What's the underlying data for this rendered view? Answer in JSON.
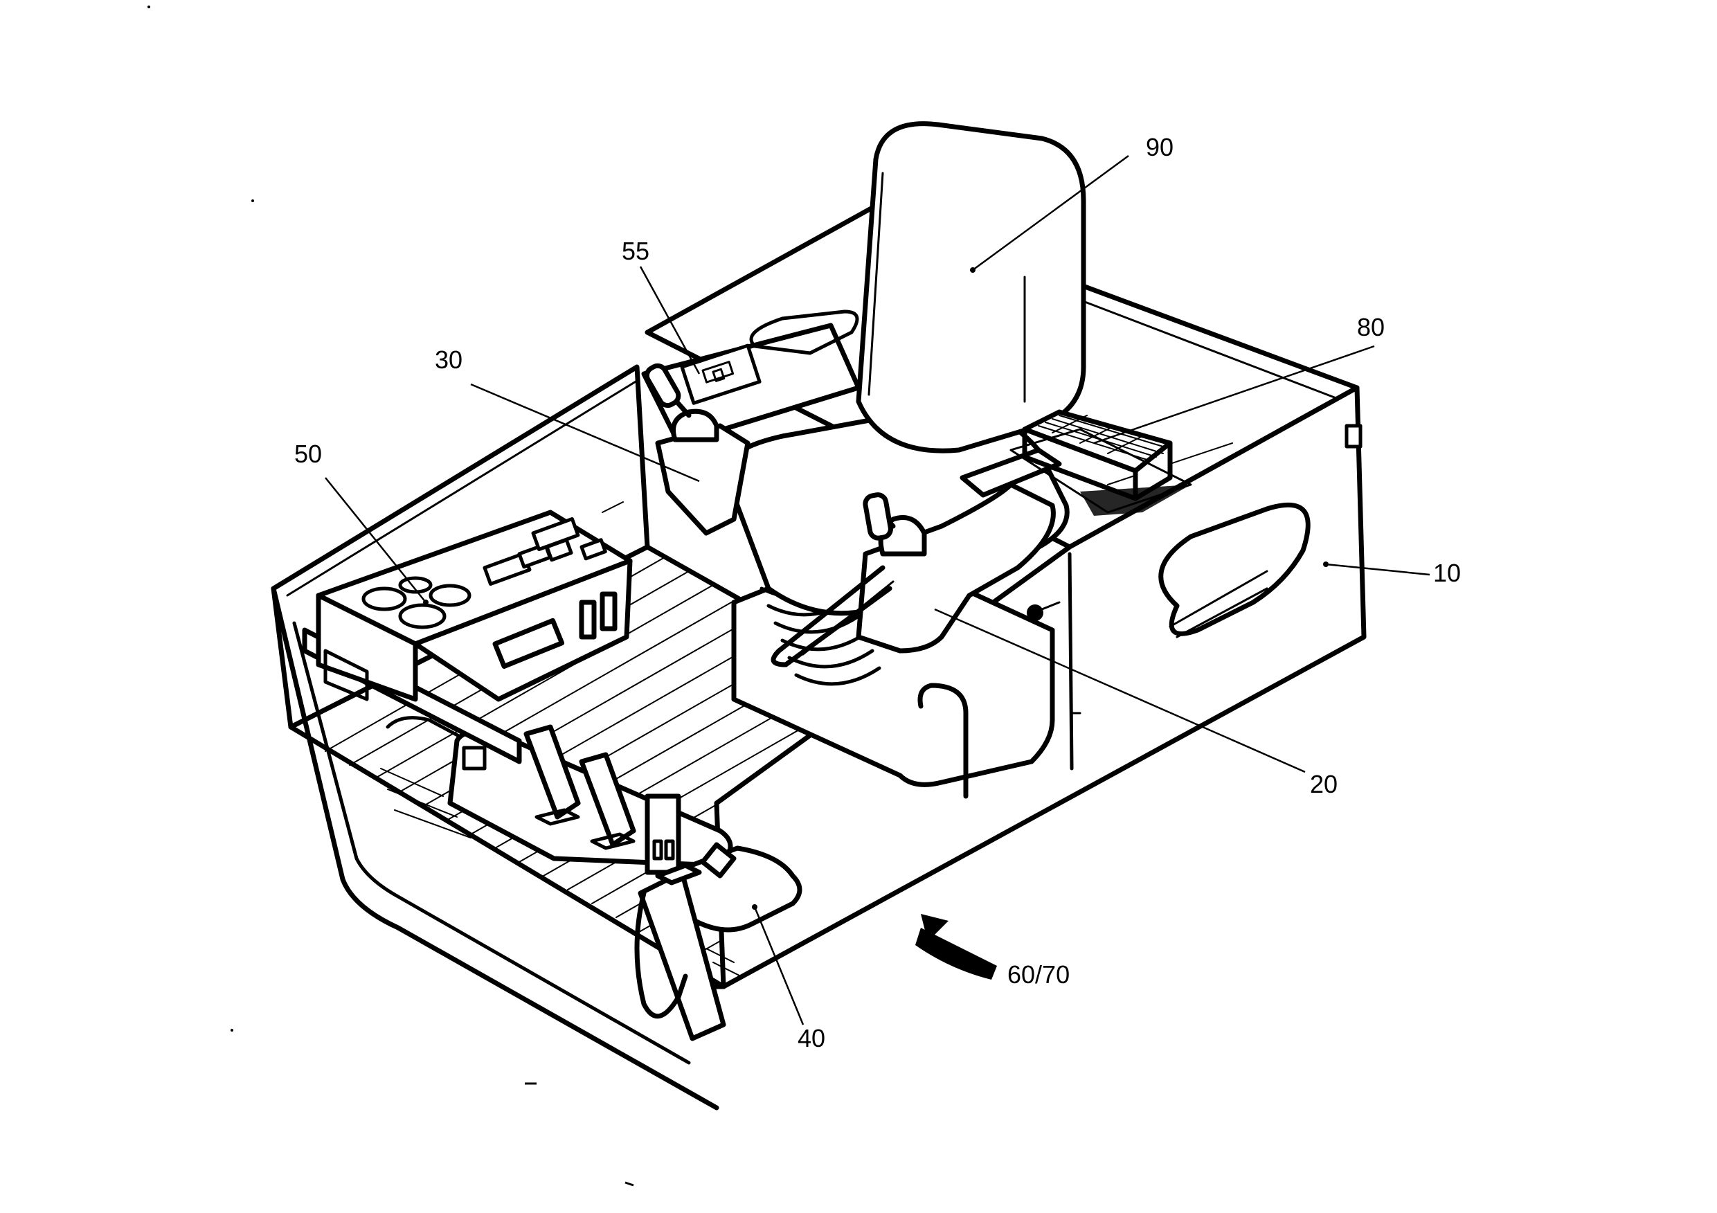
{
  "figure": {
    "reference_labels": {
      "r10": "10",
      "r20": "20",
      "r30": "30",
      "r40": "40",
      "r50": "50",
      "r55": "55",
      "r60_70": "60/70",
      "r80": "80",
      "r90": "90"
    }
  }
}
